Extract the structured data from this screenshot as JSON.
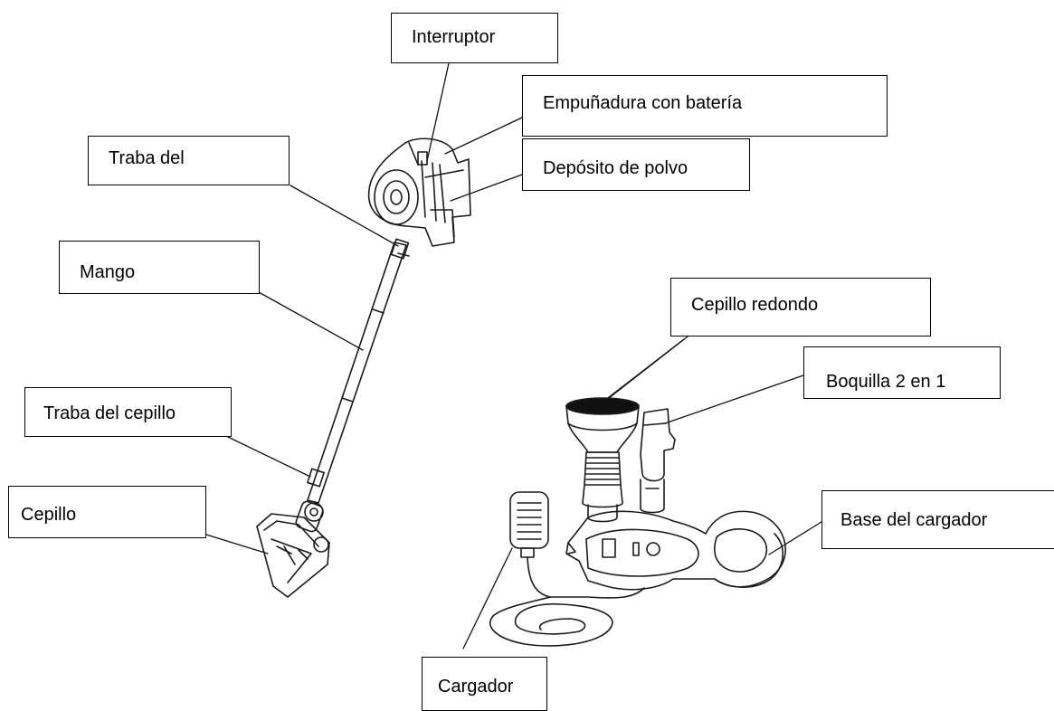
{
  "labels": {
    "interruptor": "Interruptor",
    "empunadura": "Empuñadura con batería",
    "deposito": "Depósito de polvo",
    "traba_del": "Traba del",
    "mango": "Mango",
    "cepillo_redondo": "Cepillo redondo",
    "boquilla": "Boquilla 2 en 1",
    "traba_cepillo": "Traba del cepillo",
    "cepillo": "Cepillo",
    "base_cargador": "Base del cargador",
    "cargador": "Cargador"
  },
  "colors": {
    "line": "#1a1a1a",
    "label_border": "#000000",
    "background": "#ffffff"
  }
}
